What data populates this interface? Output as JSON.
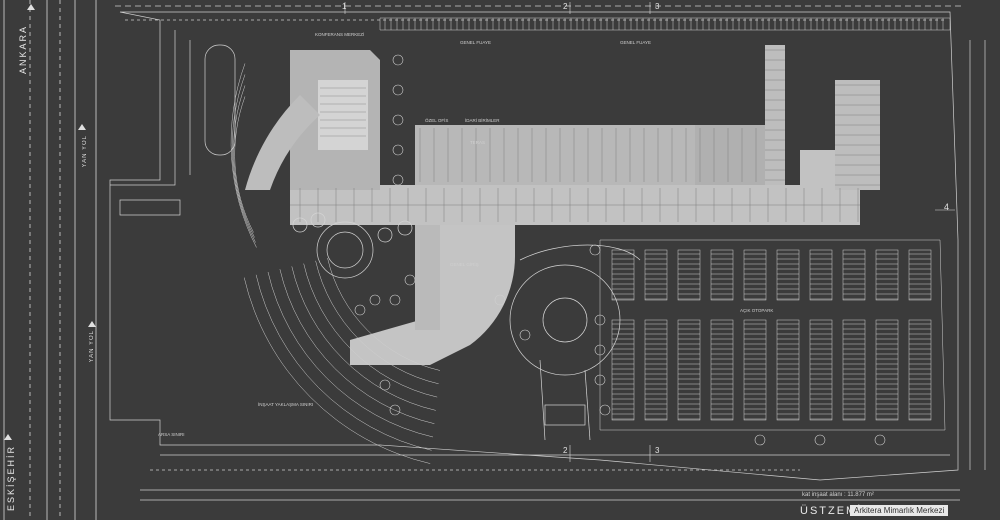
{
  "roads": {
    "ankara": "ANKARA",
    "yan_yol_top": "YAN YOL",
    "yan_yol_bottom": "YAN YOL",
    "eskisehir": "ESKİŞEHİR"
  },
  "grid": {
    "top": [
      "1",
      "2",
      "3"
    ],
    "bottom": [
      "2",
      "3"
    ],
    "right": "4"
  },
  "labels": {
    "konferans": "KONFERANS MERKEZİ",
    "genel_fuaye": "GENEL FUAYE",
    "genel_fuaye_2": "GENEL FUAYE",
    "idari_birim": "İDARİ BİRİMLER",
    "ozel_ofis": "ÖZEL OFİS",
    "teras": "TERAS",
    "genel_giris": "GENEL GİRİŞ",
    "acik_otopark": "AÇIK OTOPARK",
    "insaat_yaklasma": "İNŞAAT YAKLAŞMA SINIRI",
    "arsa_siniri": "ARSA SINIRI"
  },
  "footer": {
    "meta": "kat inşaat alanı : 11.877 m²",
    "title": "ÜSTZEMİN",
    "credit": "Arkitera Mimarlık Merkezi"
  },
  "colors": {
    "background": "#3b3b3b",
    "building": "#bdbdbd",
    "lines": "#d9d9d9"
  }
}
